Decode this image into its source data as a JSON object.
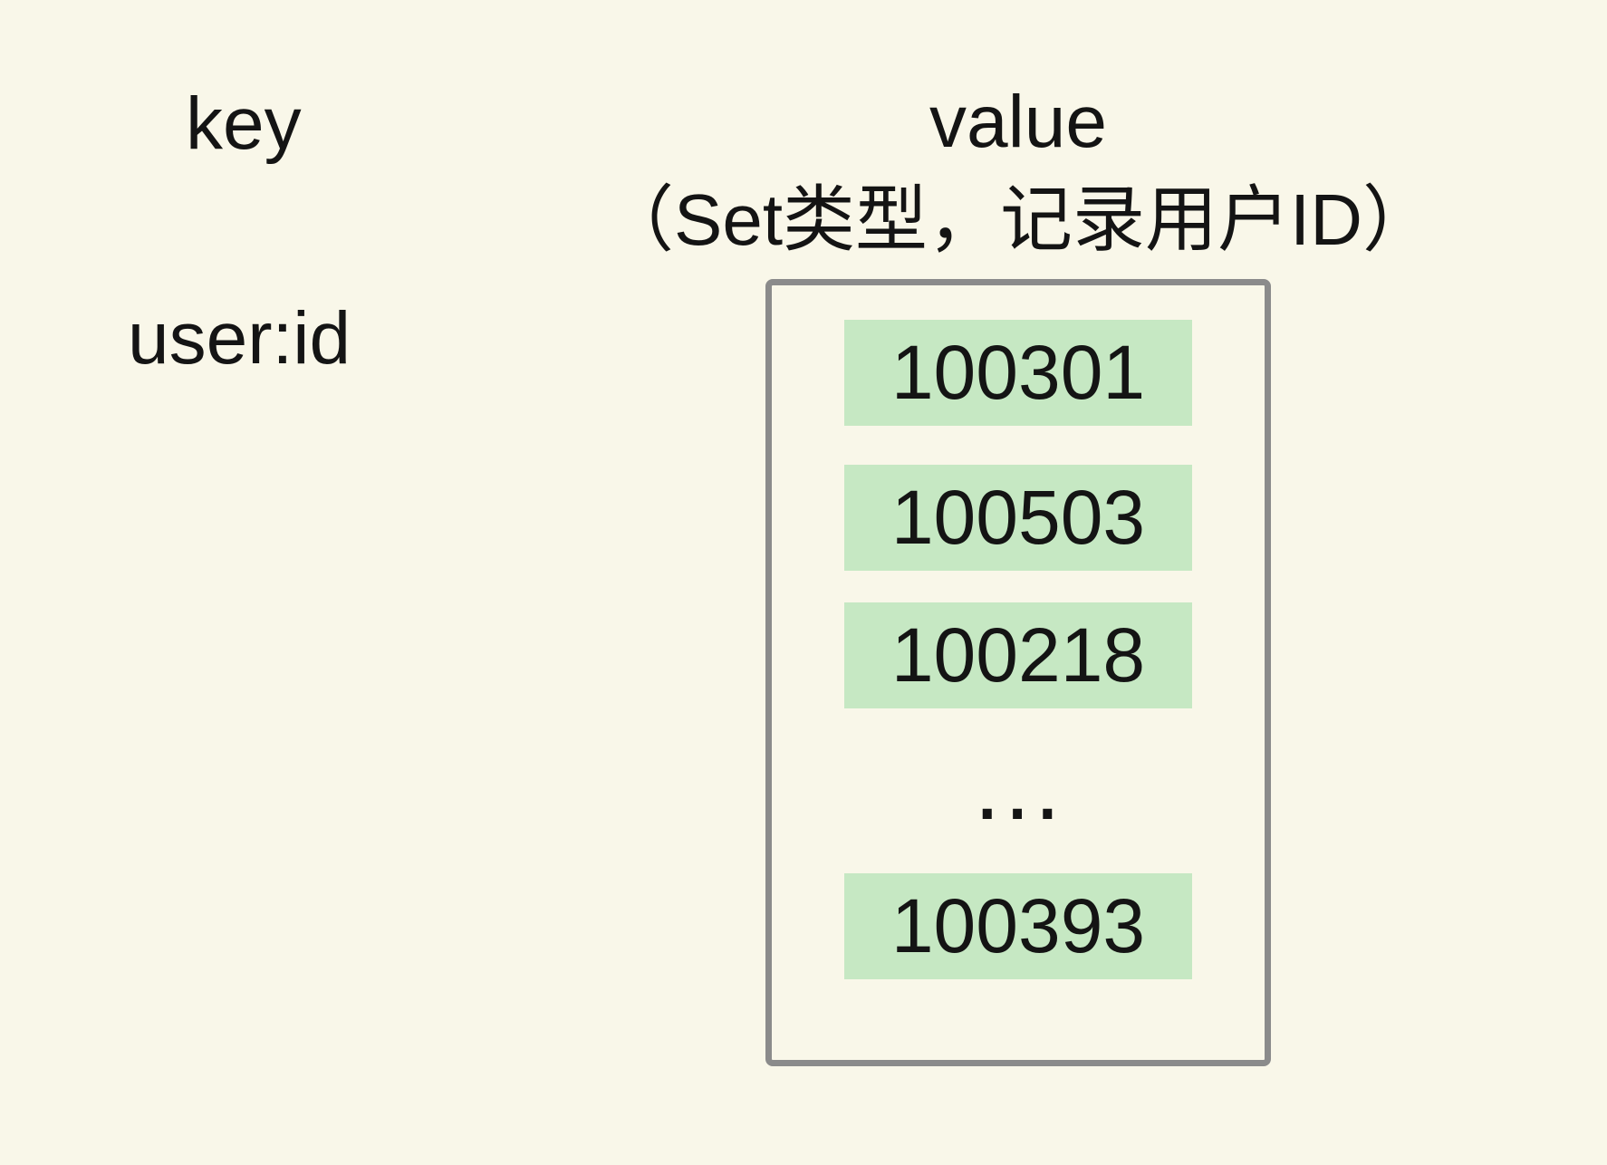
{
  "colors": {
    "background": "#f9f7e9",
    "chip_green": "#c6e8c3",
    "box_border": "#8b8b8b",
    "text": "#141414"
  },
  "labels": {
    "key_header": "key",
    "value_header": "value",
    "value_subtitle": "（Set类型，记录用户ID）",
    "key_name": "user:id"
  },
  "value_box": {
    "items": [
      {
        "text": "100301",
        "kind": "chip"
      },
      {
        "text": "100503",
        "kind": "chip"
      },
      {
        "text": "100218",
        "kind": "chip"
      },
      {
        "text": "…",
        "kind": "ellipsis"
      },
      {
        "text": "100393",
        "kind": "chip"
      }
    ]
  }
}
